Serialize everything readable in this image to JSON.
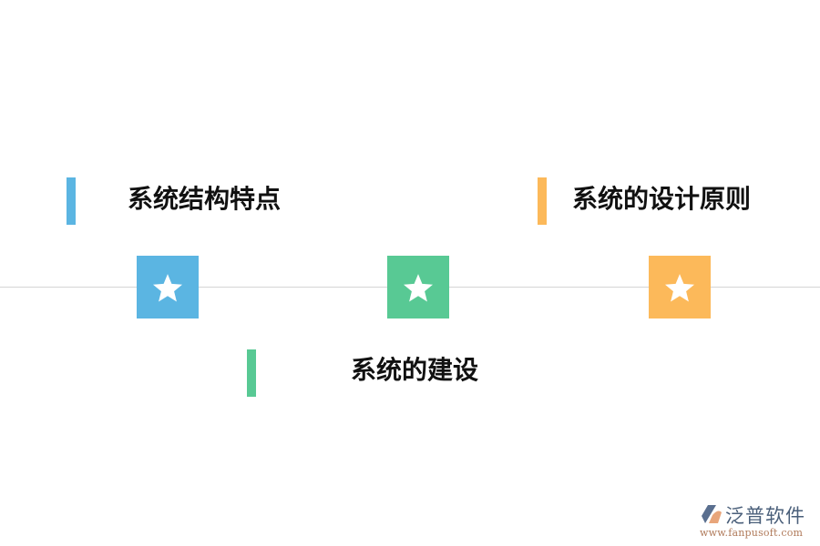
{
  "colors": {
    "blue": "#5bb5e2",
    "green": "#58c994",
    "orange": "#fcb95a",
    "line": "#d4d4d4",
    "text": "#111111"
  },
  "items": [
    {
      "label": "系统结构特点",
      "color": "blue",
      "position": "above",
      "icon": "star-icon"
    },
    {
      "label": "系统的建设",
      "color": "green",
      "position": "below",
      "icon": "star-icon"
    },
    {
      "label": "系统的设计原则",
      "color": "orange",
      "position": "above",
      "icon": "star-icon"
    }
  ],
  "logo": {
    "name": "泛普软件",
    "url": "www.fanpusoft.com"
  }
}
